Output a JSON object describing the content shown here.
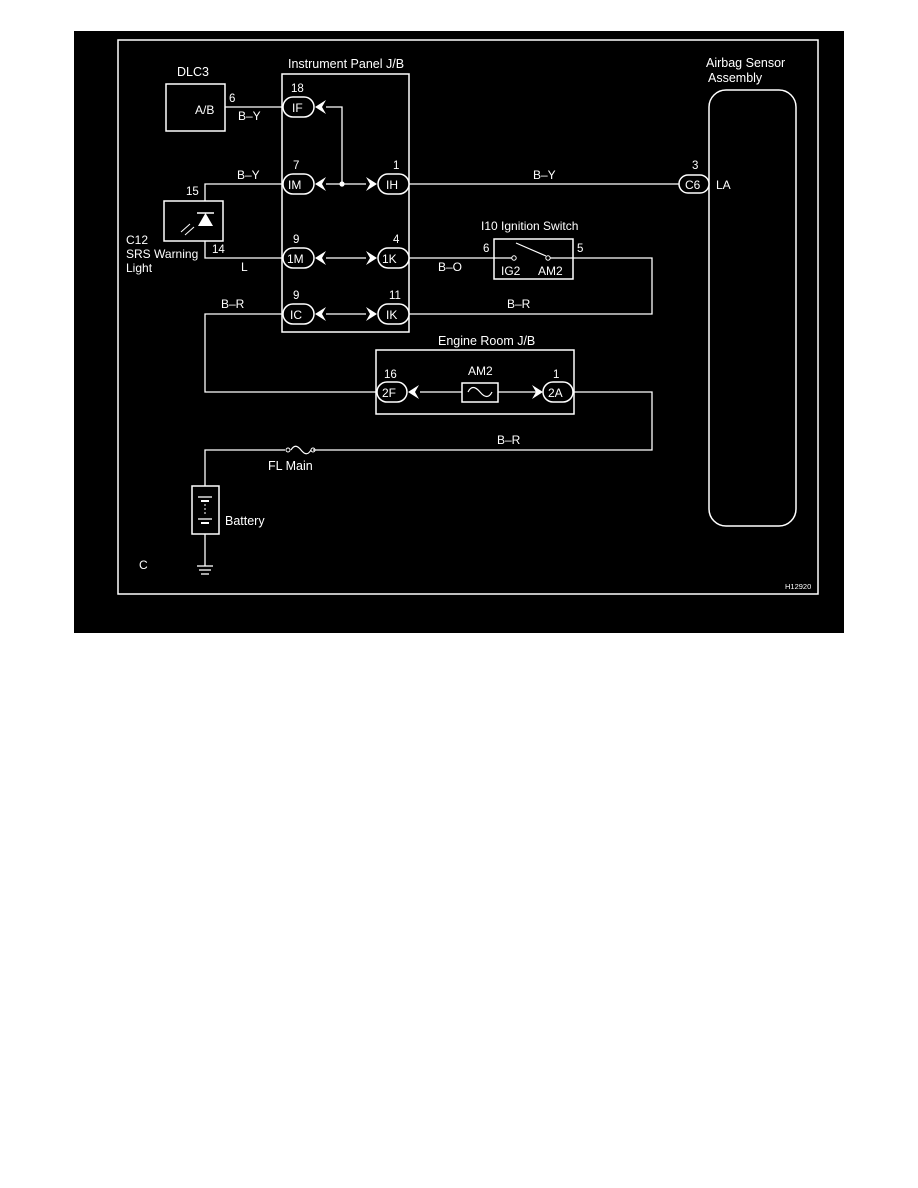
{
  "colors": {
    "background": "#000000",
    "ink": "#ffffff",
    "page": "#ffffff"
  },
  "labels": {
    "dlc3": "DLC3",
    "dlc3_pin": "A/B",
    "ipjb": "Instrument Panel J/B",
    "airbag_line1": "Airbag Sensor",
    "airbag_line2": "Assembly",
    "airbag_pin": "LA",
    "srs_line1": "C12",
    "srs_line2": "SRS Warning",
    "srs_line3": "Light",
    "ign": "I10 Ignition Switch",
    "ig2": "IG2",
    "am2": "AM2",
    "erjb": "Engine Room J/B",
    "fuse_am2": "AM2",
    "fl_main": "FL Main",
    "battery": "Battery",
    "corner": "C",
    "figure_code": "H12920"
  },
  "pins": {
    "dlc3_6": "6",
    "ip_18": "18",
    "ip_7": "7",
    "ip_1": "1",
    "airbag_3": "3",
    "srs_15": "15",
    "srs_14": "14",
    "ip_9a": "9",
    "ip_4": "4",
    "ign_6": "6",
    "ign_5": "5",
    "ip_9b": "9",
    "ip_11": "11",
    "er_16": "16",
    "er_1": "1"
  },
  "connectors": {
    "IF": "IF",
    "IM": "IM",
    "IH": "IH",
    "C6": "C6",
    "M1": "1M",
    "K1": "1K",
    "IC": "IC",
    "IK": "IK",
    "F2": "2F",
    "A2": "2A"
  },
  "wires": {
    "dlc_by": "B–Y",
    "im_by": "B–Y",
    "ih_by": "B–Y",
    "srs_l": "L",
    "ign_bo": "B–O",
    "ic_br": "B–R",
    "ik_br": "B–R",
    "main_br": "B–R"
  }
}
